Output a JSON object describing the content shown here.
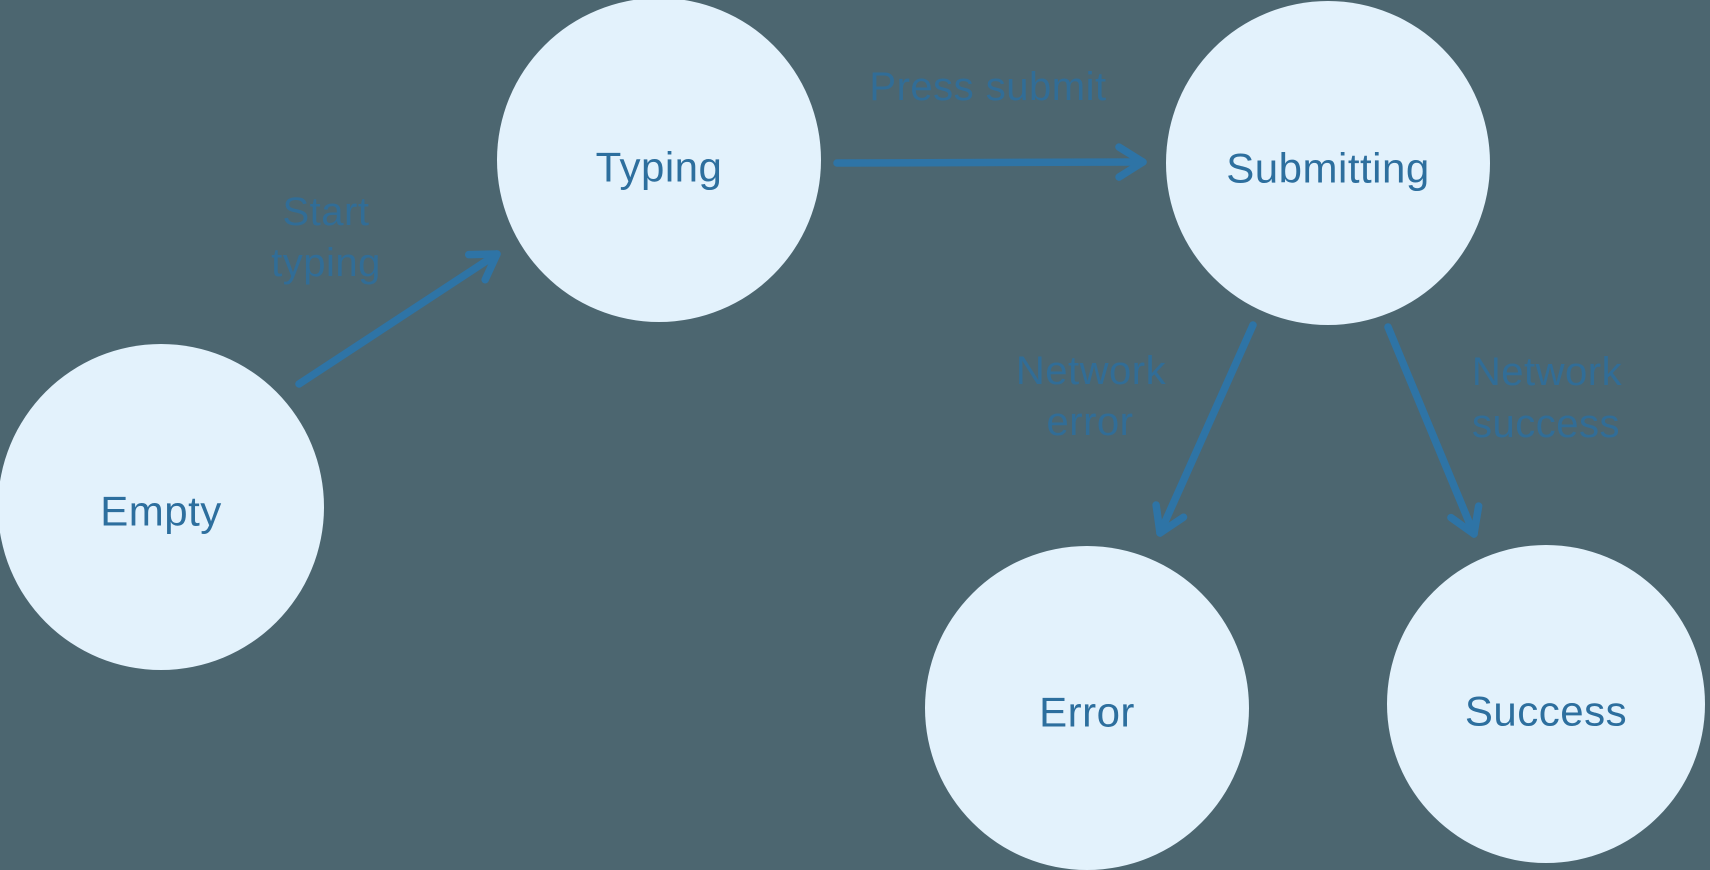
{
  "diagram": {
    "type": "state-machine",
    "colors": {
      "background": "#4C6670",
      "node_fill": "#E3F2FC",
      "node_text": "#2D6F9E",
      "arrow": "#2E74A6",
      "edge_label_text": "#2D6F9E"
    },
    "nodes": {
      "empty": {
        "label": "Empty"
      },
      "typing": {
        "label": "Typing"
      },
      "submitting": {
        "label": "Submitting"
      },
      "error": {
        "label": "Error"
      },
      "success": {
        "label": "Success"
      }
    },
    "edges": {
      "start_typing": {
        "from": "empty",
        "to": "typing",
        "label_lines": [
          "Start",
          "typing"
        ]
      },
      "press_submit": {
        "from": "typing",
        "to": "submitting",
        "label_lines": [
          "Press submit"
        ]
      },
      "network_error": {
        "from": "submitting",
        "to": "error",
        "label_lines": [
          "Network",
          "error"
        ]
      },
      "network_success": {
        "from": "submitting",
        "to": "success",
        "label_lines": [
          "Network",
          "success"
        ]
      }
    }
  }
}
